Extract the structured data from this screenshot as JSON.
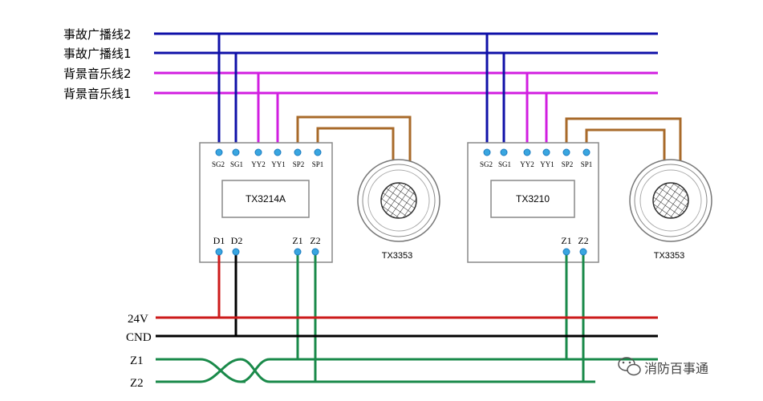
{
  "buses": [
    {
      "label": "事故广播线2",
      "color": "#0f10a8"
    },
    {
      "label": "事故广播线1",
      "color": "#0f10a8"
    },
    {
      "label": "背景音乐线2",
      "color": "#d11ee0"
    },
    {
      "label": "背景音乐线1",
      "color": "#d11ee0"
    }
  ],
  "rails": {
    "v24": {
      "label": "24V",
      "color": "#cc1a1a"
    },
    "gnd": {
      "label": "CND",
      "color": "#000000"
    },
    "z1": {
      "label": "Z1",
      "color": "#1a8a4a"
    },
    "z2": {
      "label": "Z2",
      "color": "#1a8a4a"
    }
  },
  "modules": [
    {
      "name": "TX3214A",
      "top_terminals": [
        "SG2",
        "SG1",
        "YY2",
        "YY1",
        "SP2",
        "SP1"
      ],
      "bottom_terminals": [
        "D1",
        "D2",
        "Z1",
        "Z2"
      ],
      "speaker": "TX3353"
    },
    {
      "name": "TX3210",
      "top_terminals": [
        "SG2",
        "SG1",
        "YY2",
        "YY1",
        "SP2",
        "SP1"
      ],
      "bottom_terminals": [
        "Z1",
        "Z2"
      ],
      "speaker": "TX3353"
    }
  ],
  "speaker_wire_color": "#a86a2a",
  "watermark": {
    "text": "消防百事通"
  }
}
